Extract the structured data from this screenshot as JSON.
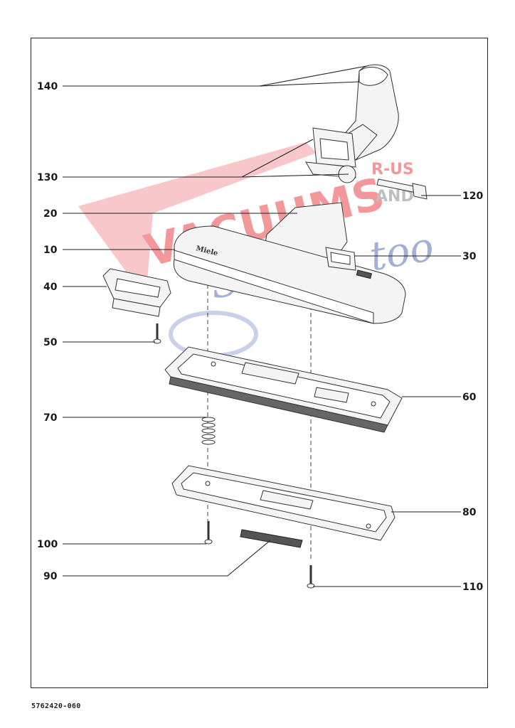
{
  "diagram": {
    "labels_left": [
      "140",
      "130",
      "20",
      "10",
      "40",
      "50",
      "70",
      "100",
      "90"
    ],
    "labels_right": [
      "120",
      "30",
      "60",
      "80",
      "110"
    ]
  },
  "watermark": {
    "main": "VACUUMS",
    "r_us": "R-US",
    "and": "AND",
    "sewing": "Sewing too",
    "color_red": "#e8454b",
    "color_blue": "#5a6fb8"
  },
  "brand_mark": "Miele",
  "footer": {
    "doc_number": "5762420-060"
  }
}
